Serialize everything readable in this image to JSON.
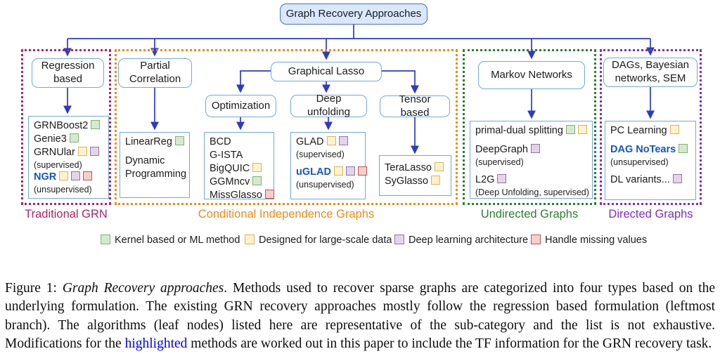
{
  "root": {
    "label": "Graph Recovery Approaches"
  },
  "nodes": {
    "regression": {
      "label": "Regression based"
    },
    "partial": {
      "label": "Partial Correlation"
    },
    "glasso": {
      "label": "Graphical Lasso"
    },
    "optimization": {
      "label": "Optimization"
    },
    "deep_unfolding": {
      "label": "Deep unfolding"
    },
    "tensor": {
      "label": "Tensor based"
    },
    "markov": {
      "label": "Markov Networks"
    },
    "dags": {
      "label": "DAGs, Bayesian networks, SEM"
    }
  },
  "leaves": {
    "regression": [
      {
        "t": "GRNBoost2",
        "sq": [
          "green"
        ]
      },
      {
        "t": "Genie3",
        "sq": [
          "green"
        ]
      },
      {
        "t": "GRNUlar",
        "sq": [
          "yellow",
          "purple"
        ]
      },
      {
        "t": "(supervised)",
        "style": "note"
      },
      {
        "t": "NGR",
        "style": "highlight",
        "sq": [
          "yellow",
          "purple",
          "red"
        ]
      },
      {
        "t": "(unsupervised)",
        "style": "note"
      }
    ],
    "partial": [
      {
        "t": "LinearReg",
        "sq": [
          "green"
        ]
      },
      {
        "style": "gap"
      },
      {
        "t": "Dynamic"
      },
      {
        "t": "Programming"
      }
    ],
    "optimization": [
      {
        "t": "BCD"
      },
      {
        "t": "G-ISTA"
      },
      {
        "t": "BigQUIC",
        "sq": [
          "yellow"
        ]
      },
      {
        "t": "GGMncv",
        "sq": [
          "green"
        ]
      },
      {
        "t": "MissGlasso",
        "sq": [
          "red"
        ]
      }
    ],
    "deep_unfolding": [
      {
        "t": "GLAD",
        "sq": [
          "yellow",
          "purple"
        ]
      },
      {
        "t": "(supervised)",
        "style": "note"
      },
      {
        "style": "gap"
      },
      {
        "t": "uGLAD",
        "style": "highlight",
        "sq": [
          "yellow",
          "purple",
          "red"
        ]
      },
      {
        "t": "(unsupervised)",
        "style": "note"
      }
    ],
    "tensor": [
      {
        "t": "TeraLasso",
        "sq": [
          "yellow"
        ]
      },
      {
        "t": "SyGlasso",
        "sq": [
          "yellow"
        ]
      }
    ],
    "markov": [
      {
        "t": "primal-dual splitting",
        "sq": [
          "green",
          "yellow"
        ]
      },
      {
        "style": "gap"
      },
      {
        "t": "DeepGraph",
        "sq": [
          "purple"
        ]
      },
      {
        "t": "(supervised)",
        "style": "note"
      },
      {
        "style": "gap"
      },
      {
        "t": "L2G",
        "sq": [
          "purple"
        ]
      },
      {
        "t": "(Deep Unfolding, supervised)",
        "style": "note"
      }
    ],
    "dags": [
      {
        "t": "PC Learning",
        "sq": [
          "yellow"
        ]
      },
      {
        "style": "gap"
      },
      {
        "t": "DAG NoTears",
        "style": "highlight",
        "sq": [
          "green"
        ]
      },
      {
        "t": "(unsupervised)",
        "style": "note"
      },
      {
        "style": "gap"
      },
      {
        "t": "DL variants...",
        "sq": [
          "purple"
        ]
      }
    ]
  },
  "groups": [
    {
      "label": "Traditional GRN",
      "color": "#a8256b"
    },
    {
      "label": "Conditional Independence Graphs",
      "color": "#ed8b18"
    },
    {
      "label": "Undirected Graphs",
      "color": "#2e7d2e"
    },
    {
      "label": "Directed Graphs",
      "color": "#7d2ec9"
    }
  ],
  "legend": {
    "items": [
      {
        "label": "Kernel based or ML method",
        "color": "green"
      },
      {
        "label": "Designed for large-scale data",
        "color": "yellow"
      },
      {
        "label": "Deep learning architecture",
        "color": "purple"
      },
      {
        "label": "Handle missing values",
        "color": "red"
      }
    ]
  },
  "palette": {
    "squares": {
      "green": {
        "fill": "#d5e8d4",
        "border": "#82b366"
      },
      "yellow": {
        "fill": "#fff2cc",
        "border": "#d6b656"
      },
      "purple": {
        "fill": "#e1d5e7",
        "border": "#9673a6"
      },
      "red": {
        "fill": "#f8cecc",
        "border": "#b85450"
      }
    },
    "root_fill": "#dae8fc",
    "root_border": "#4472c4",
    "node_border": "#74a7e0",
    "arrow_blue": "#2e3bbf",
    "highlight_blue": "#1155cc",
    "caption_link_blue": "#0000ee"
  },
  "caption": {
    "prefix": "Figure 1: ",
    "title_italic": "Graph Recovery approaches",
    "body_1": ". Methods used to recover sparse graphs are categorized into four types based on the underlying formulation. The existing GRN recovery approaches mostly follow the regression based formulation (leftmost branch). The algorithms (leaf nodes) listed here are representative of the sub-category and the list is not exhaustive. Modifications for the ",
    "highlight_word": "highlighted",
    "body_2": " methods are worked out in this paper to include the TF information for the GRN recovery task."
  }
}
